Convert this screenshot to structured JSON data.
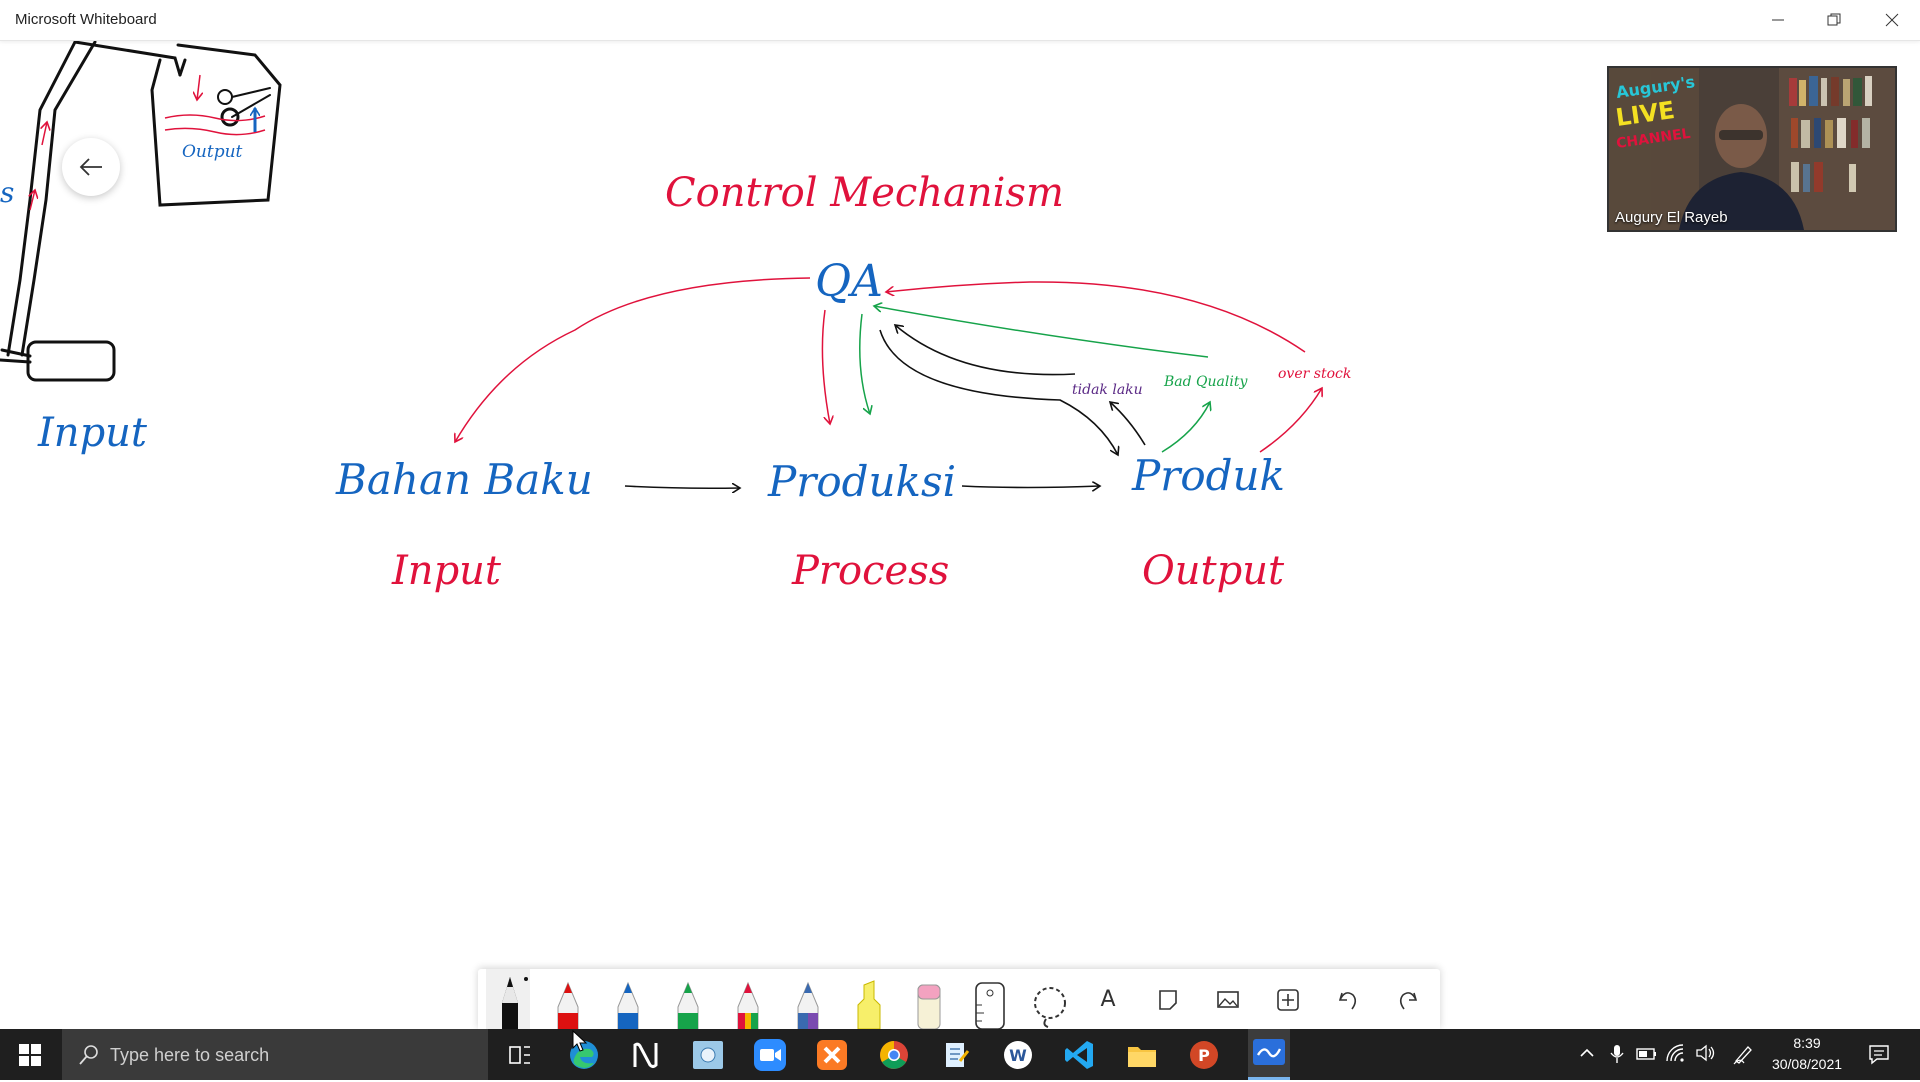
{
  "window": {
    "title": "Microsoft Whiteboard",
    "controls": [
      "minimize",
      "restore",
      "close"
    ]
  },
  "board": {
    "heading": "Control Mechanism",
    "qa": "QA",
    "bahan_baku": "Bahan Baku",
    "produksi": "Produksi",
    "produk": "Produk",
    "label_input": "Input",
    "label_process": "Process",
    "label_output": "Output",
    "tidak_laku": "tidak laku",
    "bad_quality": "Bad Quality",
    "over_stock": "over stock",
    "sketch_input": "Input",
    "sketch_output": "Output",
    "colors": {
      "blue": "#1565c0",
      "red": "#e0123c",
      "green": "#16a34a",
      "purple": "#5b2a86",
      "black": "#111111"
    }
  },
  "video": {
    "participant": "Augury El Rayeb"
  },
  "toolbar": {
    "tools": [
      "black-pen",
      "red-pen",
      "blue-pen",
      "green-pen",
      "rainbow-pen",
      "galaxy-pen",
      "highlighter",
      "eraser",
      "ruler",
      "lasso",
      "text",
      "note",
      "image",
      "insert",
      "undo",
      "redo"
    ],
    "text_tool_glyph": "A"
  },
  "taskbar": {
    "search_placeholder": "Type here to search",
    "apps": [
      "task-view",
      "edge",
      "notion",
      "paint",
      "zoom",
      "xampp",
      "chrome",
      "notepad",
      "word",
      "vscode",
      "file-explorer",
      "powerpoint",
      "whiteboard"
    ],
    "time": "8:39",
    "date": "30/08/2021"
  }
}
